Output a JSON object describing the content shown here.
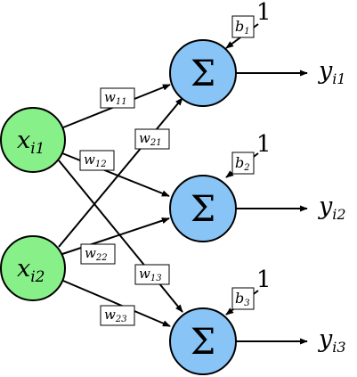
{
  "inputs": [
    {
      "base": "x",
      "sub": "i1"
    },
    {
      "base": "x",
      "sub": "i2"
    }
  ],
  "neurons": [
    {
      "symbol": "Σ",
      "bias": {
        "base": "b",
        "sub": "1"
      },
      "bias_input": "1",
      "output": {
        "base": "y",
        "sub": "i1"
      }
    },
    {
      "symbol": "Σ",
      "bias": {
        "base": "b",
        "sub": "2"
      },
      "bias_input": "1",
      "output": {
        "base": "y",
        "sub": "i2"
      }
    },
    {
      "symbol": "Σ",
      "bias": {
        "base": "b",
        "sub": "3"
      },
      "bias_input": "1",
      "output": {
        "base": "y",
        "sub": "i3"
      }
    }
  ],
  "weights": [
    {
      "base": "w",
      "sub": "11"
    },
    {
      "base": "w",
      "sub": "12"
    },
    {
      "base": "w",
      "sub": "13"
    },
    {
      "base": "w",
      "sub": "21"
    },
    {
      "base": "w",
      "sub": "22"
    },
    {
      "base": "w",
      "sub": "23"
    }
  ],
  "colors": {
    "input_fill": "#88f088",
    "neuron_fill": "#88c4f6",
    "stroke": "#000000"
  }
}
